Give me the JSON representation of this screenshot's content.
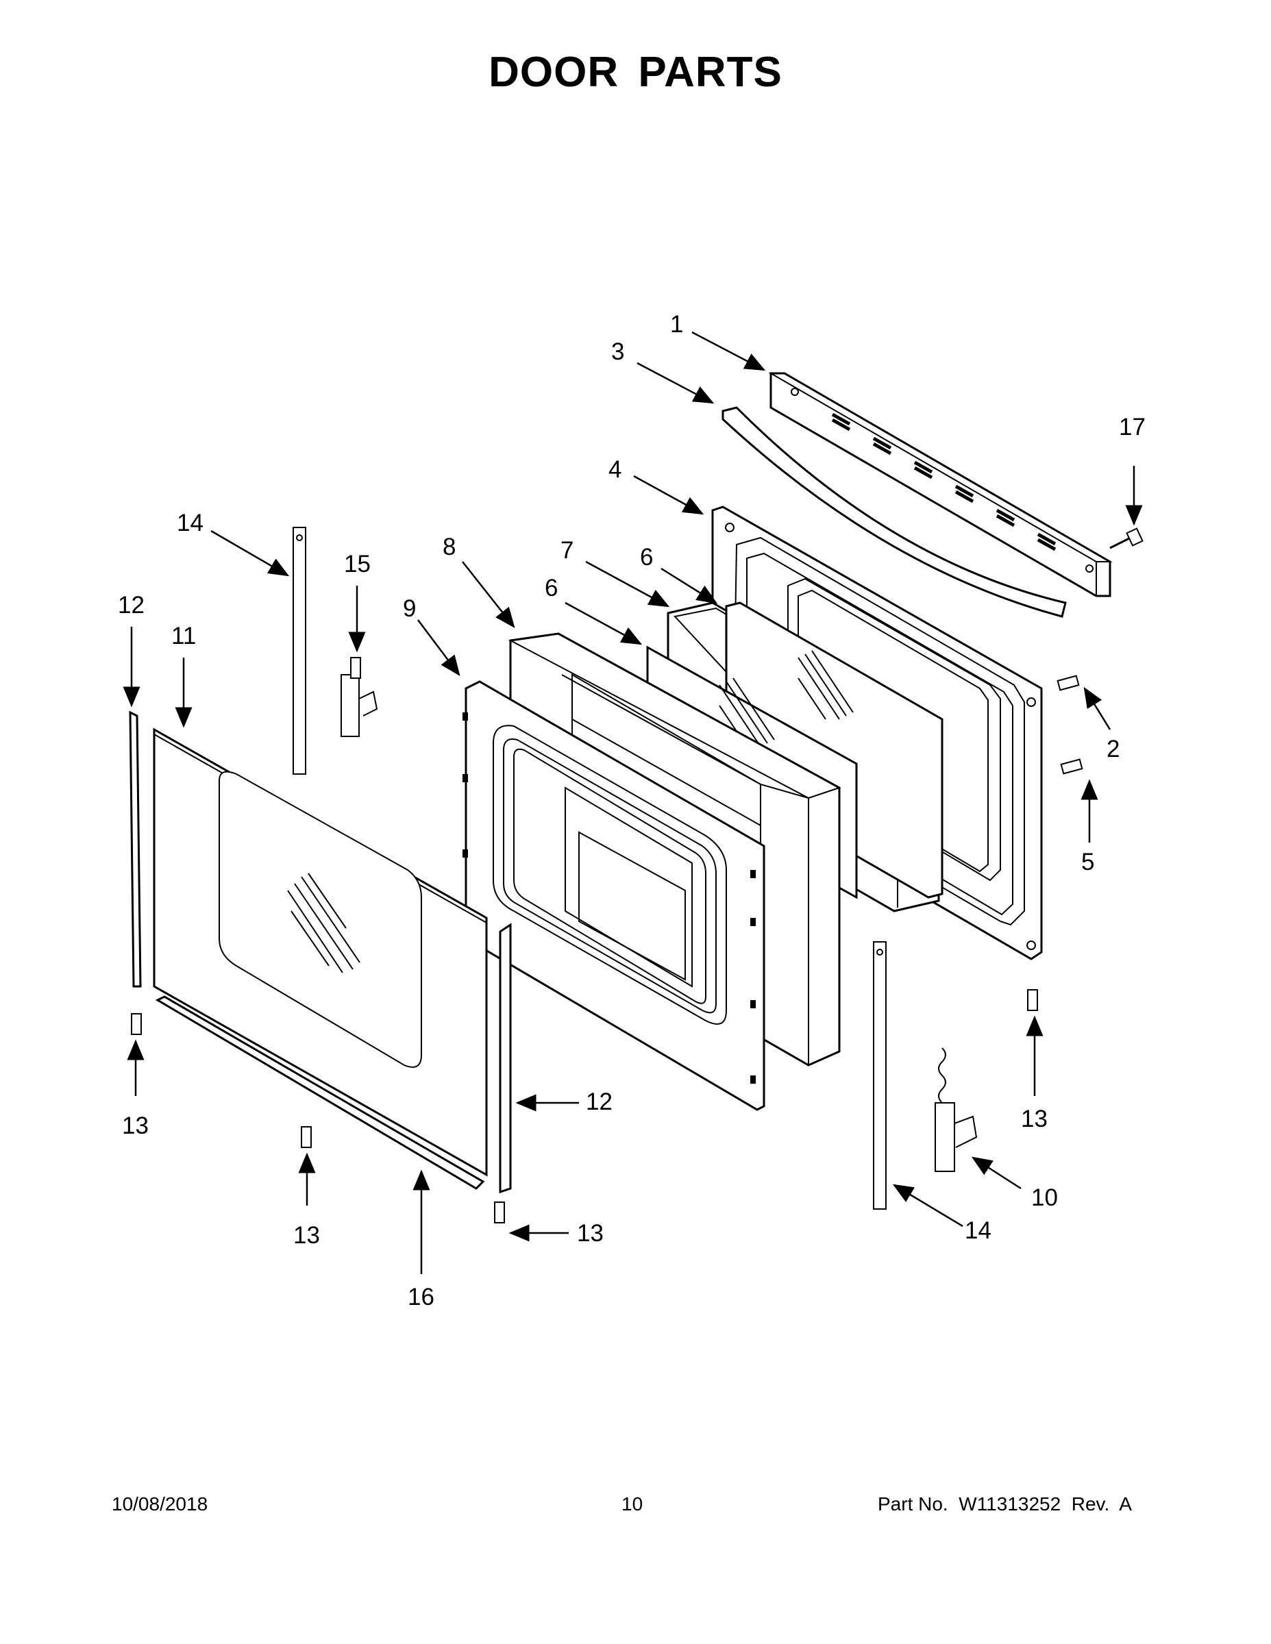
{
  "title": "DOOR PARTS",
  "callouts": [
    {
      "id": "c1",
      "label": "1"
    },
    {
      "id": "c3",
      "label": "3"
    },
    {
      "id": "c17",
      "label": "17"
    },
    {
      "id": "c4",
      "label": "4"
    },
    {
      "id": "c14a",
      "label": "14"
    },
    {
      "id": "c15",
      "label": "15"
    },
    {
      "id": "c8",
      "label": "8"
    },
    {
      "id": "c7",
      "label": "7"
    },
    {
      "id": "c6a",
      "label": "6"
    },
    {
      "id": "c6b",
      "label": "6"
    },
    {
      "id": "c12a",
      "label": "12"
    },
    {
      "id": "c11",
      "label": "11"
    },
    {
      "id": "c9",
      "label": "9"
    },
    {
      "id": "c2",
      "label": "2"
    },
    {
      "id": "c5",
      "label": "5"
    },
    {
      "id": "c13a",
      "label": "13"
    },
    {
      "id": "c12b",
      "label": "12"
    },
    {
      "id": "c13b",
      "label": "13"
    },
    {
      "id": "c13c",
      "label": "13"
    },
    {
      "id": "c13d",
      "label": "13"
    },
    {
      "id": "c16",
      "label": "16"
    },
    {
      "id": "c10",
      "label": "10"
    },
    {
      "id": "c14b",
      "label": "14"
    }
  ],
  "footer": {
    "date": "10/08/2018",
    "page": "10",
    "part": "Part No.  W11313252  Rev.  A"
  }
}
